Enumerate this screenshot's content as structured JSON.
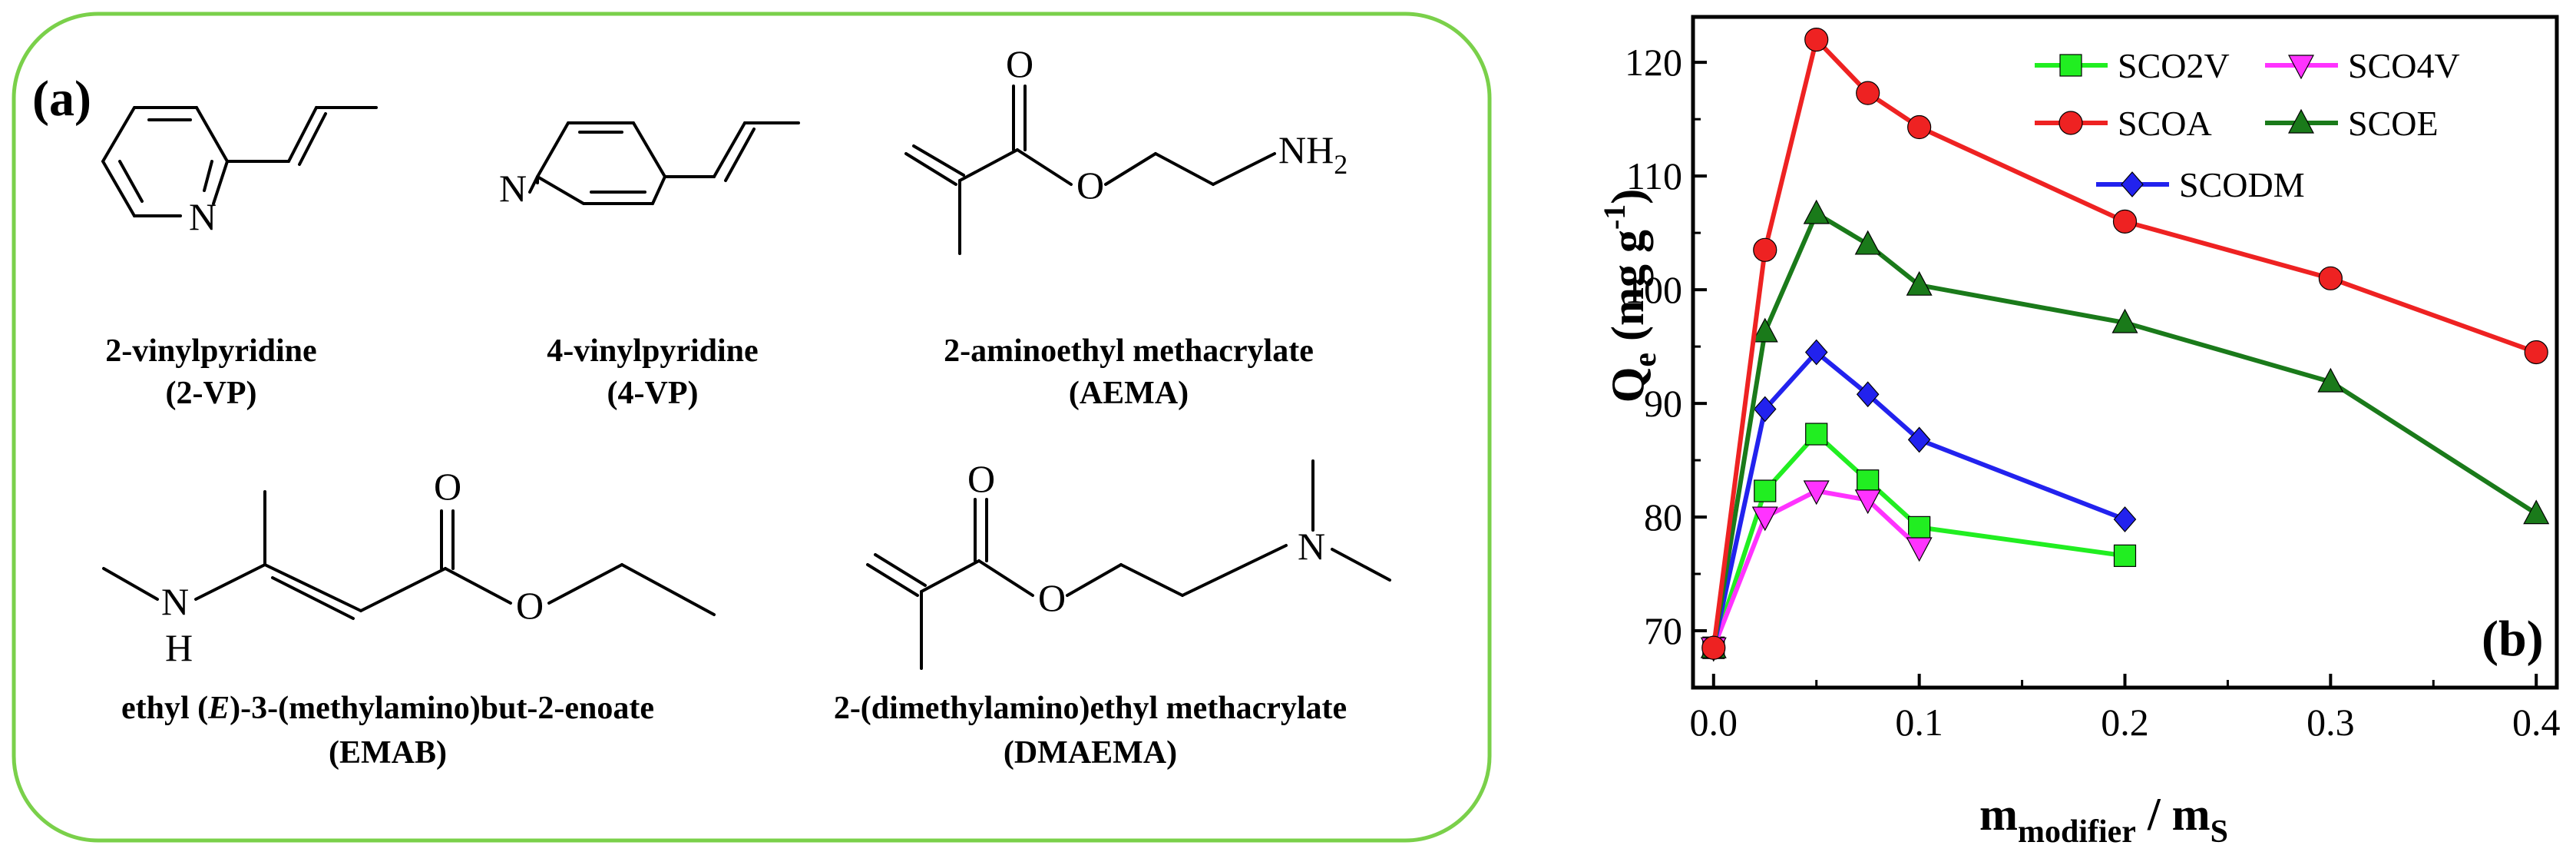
{
  "panel_a": {
    "label": "(a)",
    "compounds": [
      {
        "name": "2-vinylpyridine",
        "abbr": "(2-VP)"
      },
      {
        "name": "4-vinylpyridine",
        "abbr": "(4-VP)"
      },
      {
        "name": "2-aminoethyl methacrylate",
        "abbr": "(AEMA)"
      },
      {
        "name_prefix": "ethyl (",
        "name_italic": "E",
        "name_suffix": ")-3-(methylamino)but-2-enoate",
        "abbr": "(EMAB)"
      },
      {
        "name": "2-(dimethylamino)ethyl methacrylate",
        "abbr": "(DMAEMA)"
      }
    ],
    "atoms": {
      "N": "N",
      "O": "O",
      "H": "H",
      "NH": "NH",
      "sub2": "2"
    }
  },
  "chart_data": {
    "type": "line",
    "panel_label": "(b)",
    "ylabel": {
      "main": "Q",
      "sub": "e",
      "unit_open": " (mg g",
      "unit_sup": "-1",
      "unit_close": ")"
    },
    "xlabel": {
      "main": "m",
      "sub1": "modifier",
      "sep": " / m",
      "sub2": "S"
    },
    "xlim": [
      -0.01,
      0.41
    ],
    "ylim": [
      65,
      124
    ],
    "xticks": [
      0.0,
      0.1,
      0.2,
      0.3,
      0.4
    ],
    "xtick_labels": [
      "0.0",
      "0.1",
      "0.2",
      "0.3",
      "0.4"
    ],
    "yticks": [
      70,
      80,
      90,
      100,
      110,
      120
    ],
    "ytick_labels": [
      "70",
      "80",
      "90",
      "100",
      "110",
      "120"
    ],
    "legend_position": "top-right",
    "series": [
      {
        "name": "SCO2V",
        "color": "#21ee21",
        "marker": "square",
        "x": [
          0,
          0.025,
          0.05,
          0.075,
          0.1,
          0.2
        ],
        "y": [
          68.5,
          82.3,
          87.3,
          83.2,
          79.1,
          76.6
        ]
      },
      {
        "name": "SCO4V",
        "color": "#ff33ff",
        "marker": "triangle-down",
        "x": [
          0,
          0.025,
          0.05,
          0.075,
          0.1
        ],
        "y": [
          68.5,
          80.0,
          82.3,
          81.5,
          77.3
        ]
      },
      {
        "name": "SCOA",
        "color": "#ee2222",
        "marker": "circle",
        "x": [
          0,
          0.025,
          0.05,
          0.075,
          0.1,
          0.2,
          0.3,
          0.4
        ],
        "y": [
          68.5,
          103.5,
          122.0,
          117.3,
          114.3,
          106.0,
          101.0,
          94.5
        ]
      },
      {
        "name": "SCOE",
        "color": "#1a7a1a",
        "marker": "triangle-up",
        "x": [
          0,
          0.025,
          0.05,
          0.075,
          0.1,
          0.2,
          0.3,
          0.4
        ],
        "y": [
          68.5,
          96.3,
          106.7,
          104.0,
          100.4,
          97.1,
          91.9,
          80.3
        ]
      },
      {
        "name": "SCODM",
        "color": "#2222ee",
        "marker": "diamond",
        "x": [
          0,
          0.025,
          0.05,
          0.075,
          0.1,
          0.2
        ],
        "y": [
          68.5,
          89.5,
          94.5,
          90.8,
          86.8,
          79.8
        ]
      }
    ]
  }
}
